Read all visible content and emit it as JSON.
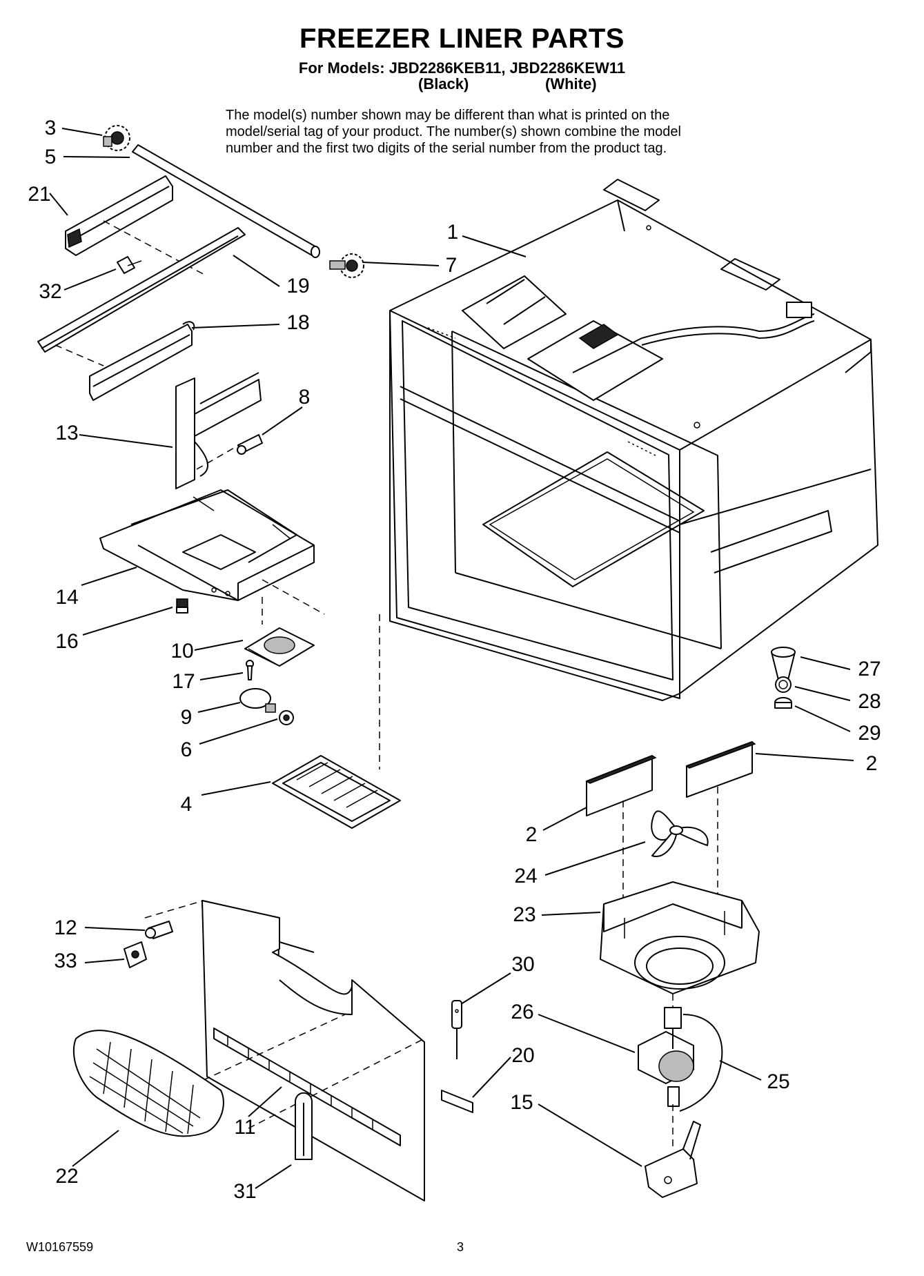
{
  "header": {
    "title": "FREEZER LINER PARTS",
    "models_line": "For Models: JBD2286KEB11, JBD2286KEW11",
    "variant_black": "(Black)",
    "variant_white": "(White)"
  },
  "note": {
    "lines": [
      "The model(s) number shown may be different than what is printed on the",
      "model/serial tag of your product. The number(s) shown combine the model",
      "number and the first two digits of the serial number from the product tag."
    ]
  },
  "callouts": [
    "3",
    "5",
    "21",
    "32",
    "19",
    "18",
    "1",
    "7",
    "13",
    "8",
    "14",
    "16",
    "10",
    "17",
    "9",
    "6",
    "4",
    "27",
    "28",
    "29",
    "2",
    "2",
    "24",
    "23",
    "12",
    "33",
    "30",
    "26",
    "20",
    "25",
    "15",
    "11",
    "31",
    "22"
  ],
  "footer": {
    "doc_number": "W10167559",
    "page_number": "3"
  }
}
